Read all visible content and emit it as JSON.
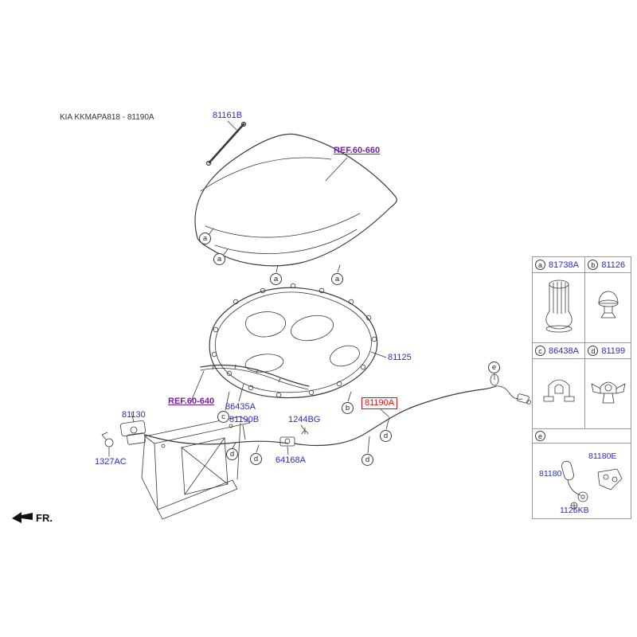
{
  "page": {
    "drawing_code": "KIA KKMAPA818 - 81190A",
    "fr_label": "FR."
  },
  "colors": {
    "part": "#2b2bcc",
    "ref": "#7a1fa2",
    "highlight": "#e01010",
    "line": "#3a3a3a",
    "table_border": "#999999"
  },
  "callouts": {
    "a": "a",
    "b": "b",
    "c": "c",
    "d": "d",
    "e": "e"
  },
  "labels": {
    "p81161B": "81161B",
    "ref_60_660": "REF.60-660",
    "p81125": "81125",
    "ref_60_640": "REF.60-640",
    "p86435A": "86435A",
    "p81130": "81130",
    "p1327AC": "1327AC",
    "p81190B": "81190B",
    "p1244BG": "1244BG",
    "p64168A": "64168A",
    "p81190A": "81190A"
  },
  "legend": {
    "row1": [
      {
        "letter": "a",
        "part": "81738A"
      },
      {
        "letter": "b",
        "part": "81126"
      }
    ],
    "row2": [
      {
        "letter": "c",
        "part": "86438A"
      },
      {
        "letter": "d",
        "part": "81199"
      }
    ],
    "row3_letter": "e",
    "detail": {
      "p81180": "81180",
      "p81180E": "81180E",
      "p1125KB": "1125KB"
    }
  },
  "icons": {
    "a_icon": "hood-overslam-bumper-icon",
    "b_icon": "push-clip-icon",
    "c_icon": "cable-clip-icon",
    "d_icon": "cable-clamp-icon",
    "e_icon": "hood-release-handle-icon",
    "fr_icon": "front-direction-arrow-icon"
  }
}
